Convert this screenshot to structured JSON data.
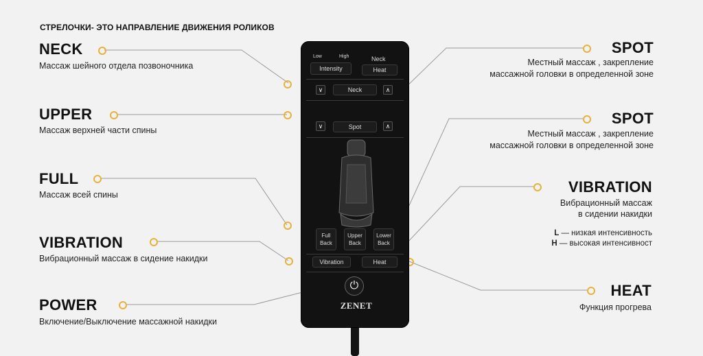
{
  "header": "СТРЕЛОЧКИ- ЭТО НАПРАВЛЕНИЕ ДВИЖЕНИЯ РОЛИКОВ",
  "left": [
    {
      "title": "NECK",
      "desc": "Массаж шейного отдела позвоночника"
    },
    {
      "title": "UPPER",
      "desc": "Массаж верхней части спины"
    },
    {
      "title": "FULL",
      "desc": "Массаж всей спины"
    },
    {
      "title": "VIBRATION",
      "desc": "Вибрационный массаж в сидение накидки"
    },
    {
      "title": "POWER",
      "desc": "Включение/Выключение массажной накидки"
    }
  ],
  "right": [
    {
      "title": "SPOT",
      "desc1": "Местный массаж , закрепление",
      "desc2": "массажной головки в определенной зоне"
    },
    {
      "title": "SPOT",
      "desc1": "Местный массаж , закрепление",
      "desc2": "массажной головки в определенной зоне"
    },
    {
      "title": "VIBRATION",
      "desc1": "Вибрационный массаж",
      "desc2": "в сидении накидки"
    },
    {
      "title": "HEAT",
      "desc1": "Функция прогрева"
    }
  ],
  "legend": {
    "l_key": "L",
    "l_text": " — низкая интенсивность",
    "h_key": "H",
    "h_text": " — высокая интенсивност"
  },
  "remote": {
    "low": "Low",
    "high": "High",
    "intensity": "Intensity",
    "neck_top": "Neck",
    "heat_top": "Heat",
    "neck": "Neck",
    "spot": "Spot",
    "full_back_1": "Full",
    "full_back_2": "Back",
    "upper_back_1": "Upper",
    "upper_back_2": "Back",
    "lower_back_1": "Lower",
    "lower_back_2": "Back",
    "vibration": "Vibration",
    "heat": "Heat",
    "brand": "ZENET"
  },
  "colors": {
    "accent": "#e8b23a",
    "remote": "#121212"
  }
}
